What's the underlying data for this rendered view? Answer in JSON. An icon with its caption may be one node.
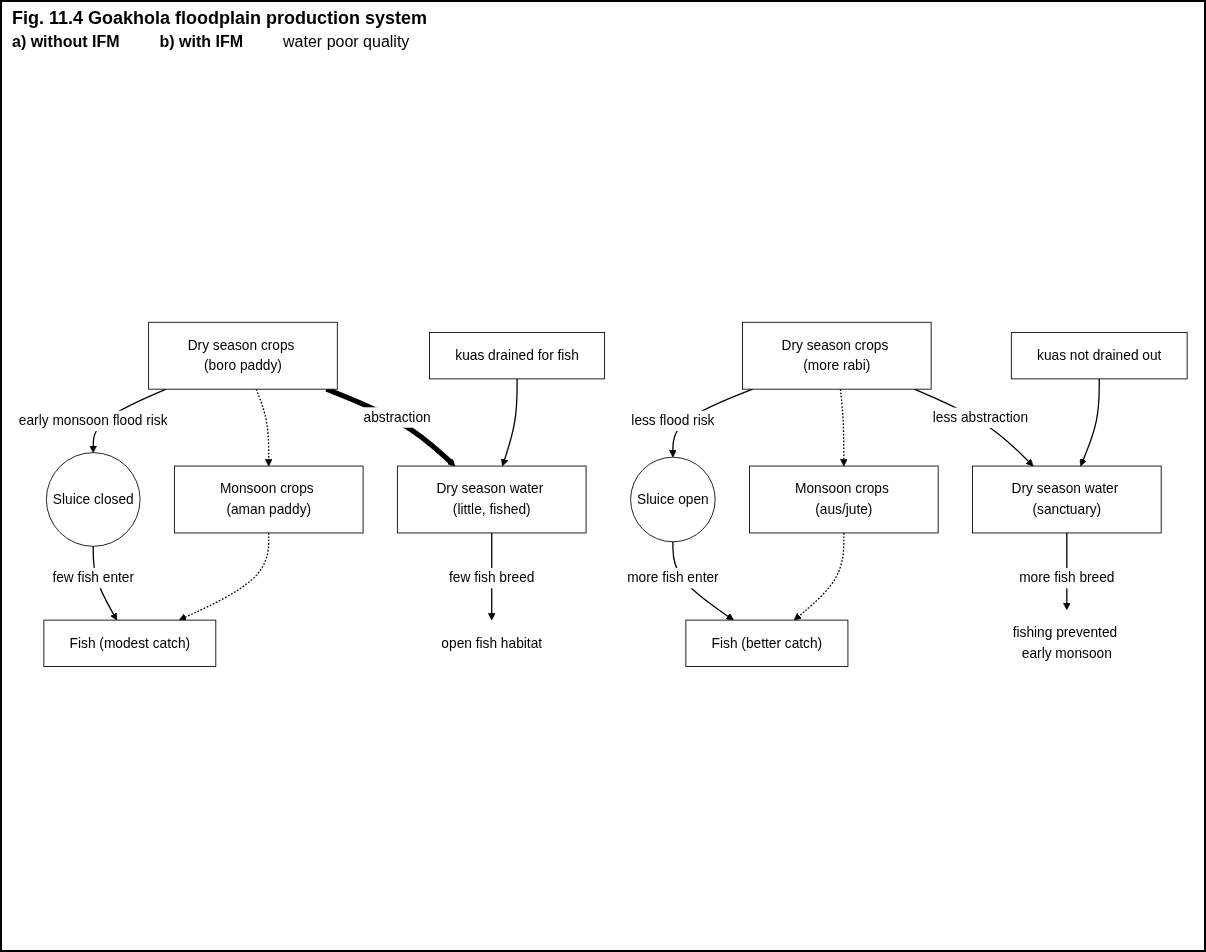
{
  "diagram": {
    "title": "Fig. 11.4 Goakhola floodplain production system",
    "nodes": [
      {
        "text": [
          "Dry season crops (boro paddy)"
        ]
      },
      {
        "text": [
          "Monsoon crops (aman paddy)"
        ]
      },
      {
        "text": [
          "Sluice closed"
        ]
      },
      {
        "text": [
          "Dry season water (little, fished)"
        ]
      },
      {
        "text": [
          "open fish habitat"
        ]
      },
      {
        "text": [
          "kuas drained for fish"
        ]
      },
      {
        "text": [
          "Fish (modest catch)"
        ]
      },
      {
        "text": [
          "Dry season crops (more rabi)"
        ]
      },
      {
        "text": [
          "Monsoon crops (aus/jute)"
        ]
      },
      {
        "text": [
          "Sluice open"
        ]
      },
      {
        "text": [
          "Dry season water (sanctuary)"
        ]
      },
      {
        "text": [
          "fishing prevented early monsoon"
        ]
      },
      {
        "text": [
          "kuas not drained out"
        ]
      },
      {
        "text": [
          "Fish (better catch)"
        ]
      }
    ],
    "edges": [
      {
        "from": 0,
        "to": 1,
        "arrow": "to",
        "style": "dashed"
      },
      {
        "from": 0,
        "to": 2,
        "arrow": "to",
        "label": "early monsoon flood risk"
      },
      {
        "from": 0,
        "to": 3,
        "arrow": "to",
        "label": "abstraction",
        "style": "thick"
      },
      {
        "from": 3,
        "to": 4,
        "arrow": "to",
        "label": "few fish breed"
      },
      {
        "from": 5,
        "to": 3,
        "arrow": "to"
      },
      {
        "from": 2,
        "to": 6,
        "arrow": "to",
        "label": "few fish enter"
      },
      {
        "from": 1,
        "to": 6,
        "arrow": "to",
        "style": "dashed"
      },
      {
        "from": 7,
        "to": 8,
        "arrow": "to",
        "style": "dashed"
      },
      {
        "from": 7,
        "to": 9,
        "arrow": "to",
        "label": "less flood risk"
      },
      {
        "from": 7,
        "to": 10,
        "arrow": "to",
        "label": "less abstraction"
      },
      {
        "from": 10,
        "to": 11,
        "arrow": "to",
        "label": "more fish breed"
      },
      {
        "from": 12,
        "to": 10,
        "arrow": "to"
      },
      {
        "from": 9,
        "to": 13,
        "arrow": "to",
        "label": "more fish enter"
      },
      {
        "from": 8,
        "to": 13,
        "arrow": "to",
        "style": "dashed"
      }
    ],
    "labels": [
      "a) without IFM",
      "b) with IFM",
      "water poor quality"
    ]
  }
}
